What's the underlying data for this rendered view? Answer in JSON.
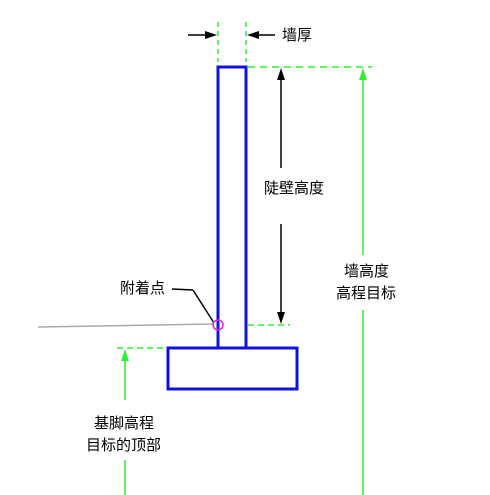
{
  "labels": {
    "wall_thickness": "墙厚",
    "wall_height_line1": "陡壁高度",
    "wall_height_top_line1": "墙高度",
    "wall_height_top_line2": "高程目标",
    "attach_point": "附着点",
    "footing_line1": "基脚高程",
    "footing_line2": "目标的顶部"
  },
  "colors": {
    "wall": "#1010e0",
    "dimension_green": "#33ee33",
    "dimension_black": "#000000",
    "attach_marker": "#e020e0",
    "ground_line": "#aaaaaa"
  }
}
